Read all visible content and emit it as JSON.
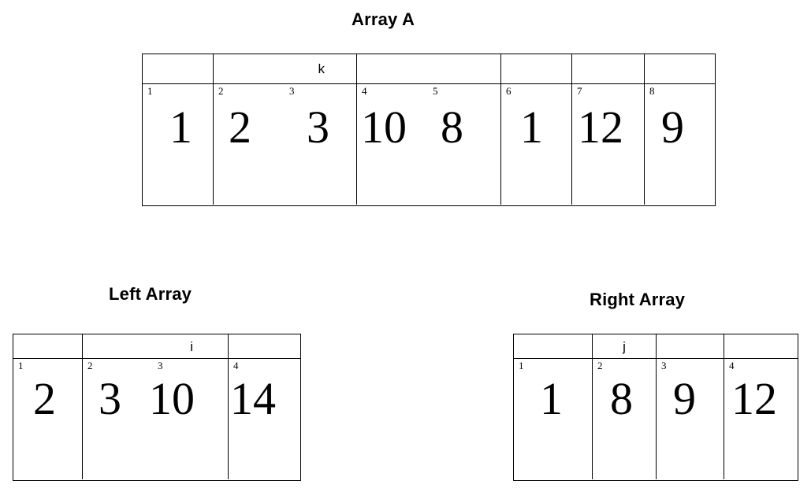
{
  "diagram": {
    "type": "merge-sort-merge-step",
    "background": "#ffffff",
    "line_color": "#000000"
  },
  "arrays": {
    "main": {
      "title": "Array A",
      "pointer_label": "k",
      "indices": [
        "1",
        "2",
        "3",
        "4",
        "5",
        "6",
        "7",
        "8"
      ],
      "values": [
        "1",
        "2",
        "3",
        "10",
        "8",
        "1",
        "12",
        "9"
      ]
    },
    "left": {
      "title": "Left Array",
      "pointer_label": "i",
      "indices": [
        "1",
        "2",
        "3",
        "4"
      ],
      "values": [
        "2",
        "3",
        "10",
        "14"
      ]
    },
    "right": {
      "title": "Right Array",
      "pointer_label": "j",
      "indices": [
        "1",
        "2",
        "3",
        "4"
      ],
      "values": [
        "1",
        "8",
        "9",
        "12"
      ]
    }
  }
}
